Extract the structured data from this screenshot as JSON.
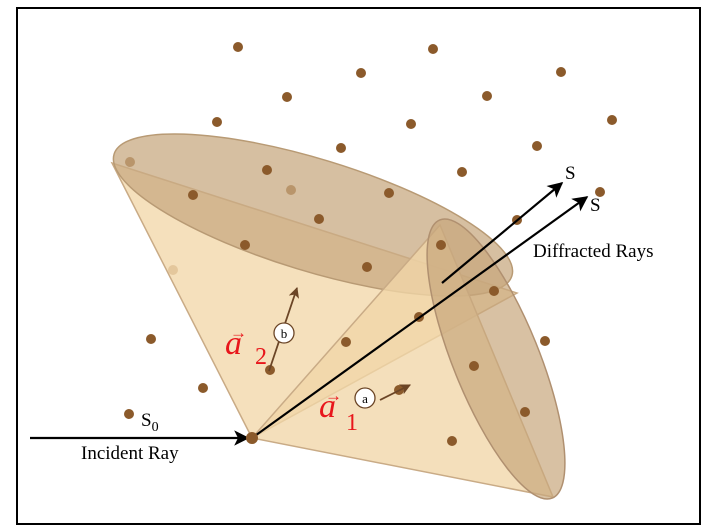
{
  "labels": {
    "s_top": "S",
    "s_second": "S",
    "diffracted": "Diffracted Rays",
    "s0_main": "S",
    "s0_sub": "0",
    "incident": "Incident Ray",
    "a2_letter": "a",
    "a2_sub": "2",
    "a2_badge": "b",
    "a1_letter": "a",
    "a1_sub": "1",
    "a1_badge": "a"
  },
  "colors": {
    "dot": "#8b5a2b",
    "cone_fill": "#f2d9ac",
    "cone_rim": "#c9ab86",
    "vector_text": "#e8161b",
    "ray": "#000000",
    "frame": "#000000"
  }
}
